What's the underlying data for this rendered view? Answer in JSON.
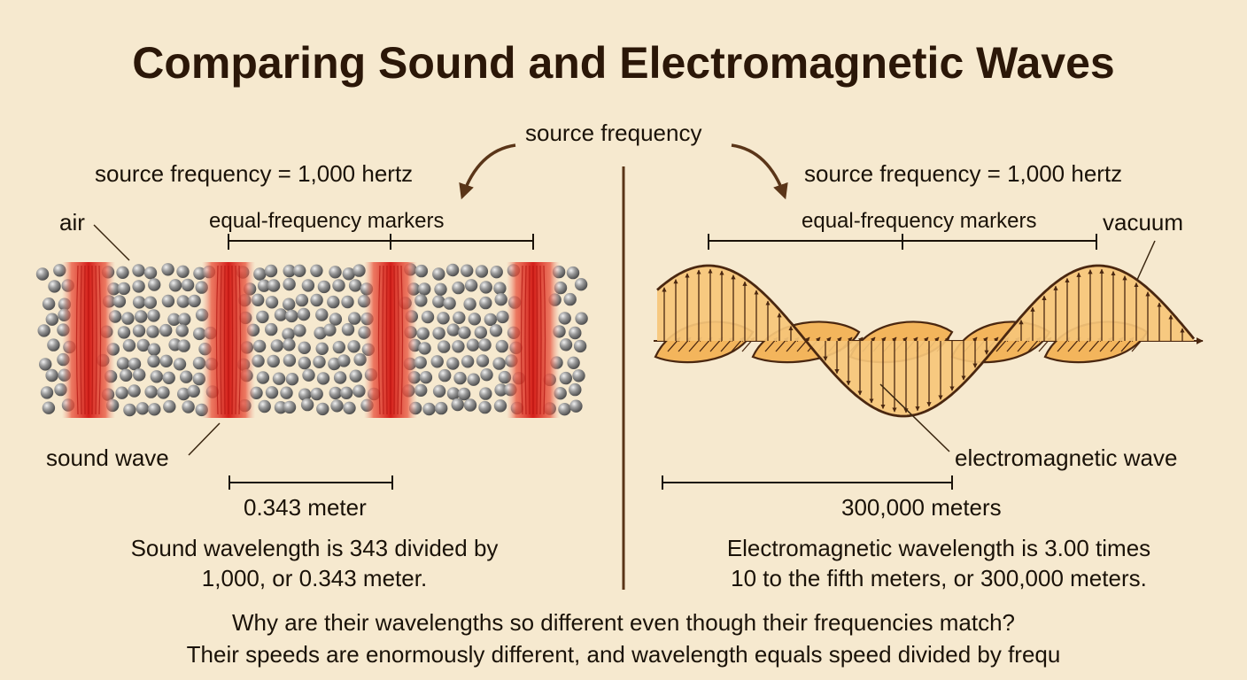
{
  "title": "Comparing Sound and Electromagnetic Waves",
  "source_frequency": "source frequency",
  "left": {
    "frequency": "source frequency = 1,000 hertz",
    "medium": "air",
    "markers": "equal-frequency markers",
    "wave": "sound wave",
    "wavelength": "0.343 meter",
    "explanation_line1": "Sound wavelength is 343 divided by",
    "explanation_line2": "1,000, or 0.343 meter."
  },
  "right": {
    "frequency": "source frequency = 1,000 hertz",
    "medium": "vacuum",
    "markers": "equal-frequency markers",
    "wave": "electromagnetic wave",
    "wavelength": "300,000 meters",
    "explanation_line1": "Electromagnetic wavelength is 3.00 times",
    "explanation_line2": "10 to the fifth meters, or 300,000 meters."
  },
  "question": "Why are their wavelengths so different even though their frequencies match?",
  "answer": "Their speeds are enormously different, and wavelength equals speed divided by frequ",
  "colors": {
    "background": "#f6e9cf",
    "title": "#2b1708",
    "divider": "#5a3518",
    "compression": "#d8241e",
    "particle": "#8d8d8d",
    "em_fill": "#f4bc6a",
    "em_stroke": "#4a2710"
  }
}
